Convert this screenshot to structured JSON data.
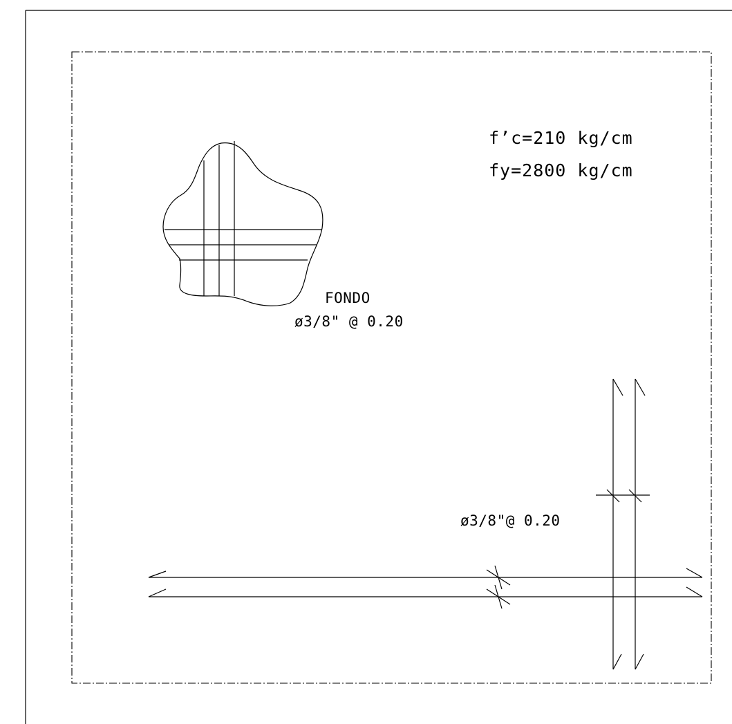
{
  "notes": {
    "concrete": "f’c=210 kg/cm",
    "steel": "fy=2800 kg/cm"
  },
  "callout_bottom": {
    "title": "FONDO",
    "spec": "ø3/8\" @ 0.20"
  },
  "callout_side": {
    "spec": "ø3/8\"@ 0.20"
  }
}
